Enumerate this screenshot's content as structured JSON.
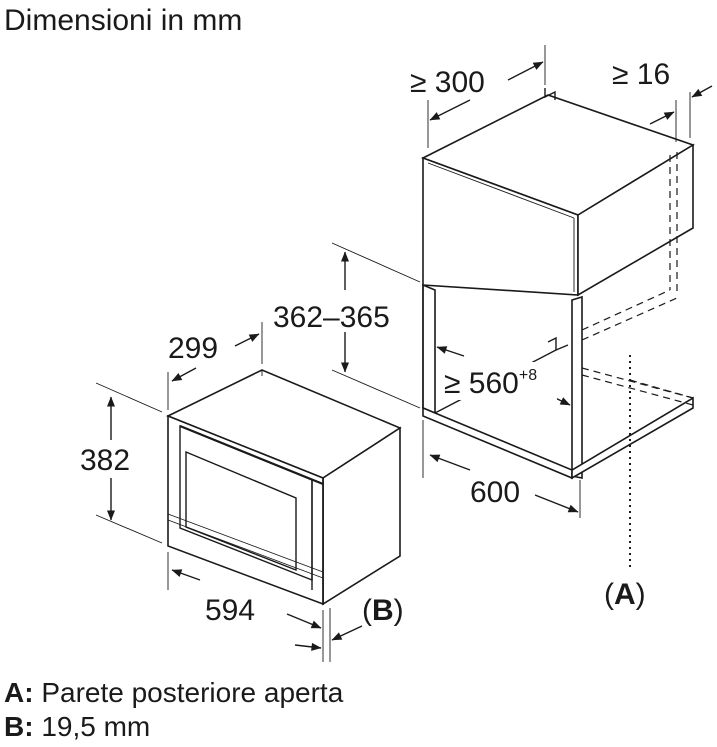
{
  "title": "Dimensioni in mm",
  "dimensions": {
    "niche_depth": "≥ 300",
    "niche_gap": "≥ 16",
    "niche_height": "362–365",
    "niche_inner_width": "≥ 560",
    "niche_inner_width_tolerance": "+8",
    "niche_width": "600",
    "appliance_depth": "299",
    "appliance_height": "382",
    "appliance_width": "594"
  },
  "markers": {
    "a": "(A)",
    "b": "(B)",
    "a_letter": "A",
    "b_letter": "B"
  },
  "legend": [
    {
      "key": "A:",
      "text": " Parete posteriore aperta"
    },
    {
      "key": "B:",
      "text": " 19,5 mm"
    }
  ]
}
